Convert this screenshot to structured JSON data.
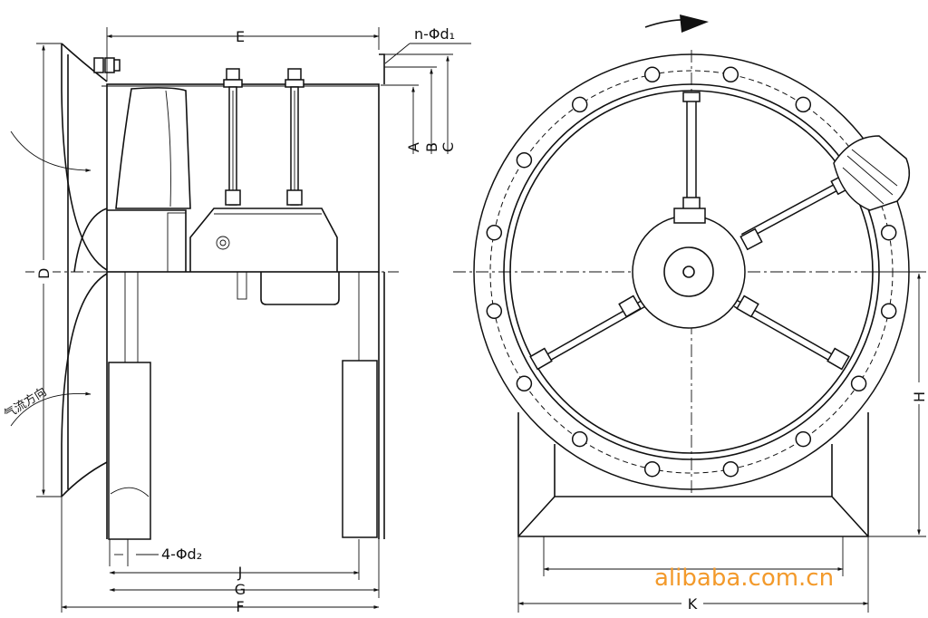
{
  "dimensions": {
    "E": "E",
    "nd1": "n-Φd₁",
    "A": "A",
    "B": "B",
    "C": "C",
    "D": "D",
    "H": "H",
    "d2": "4-Φd₂",
    "J": "J",
    "G": "G",
    "F": "F",
    "K": "K"
  },
  "airflow_label": "气流方向",
  "watermark": "alibaba.com.cn",
  "colors": {
    "watermark": "#f39a2b",
    "line": "#111111"
  }
}
